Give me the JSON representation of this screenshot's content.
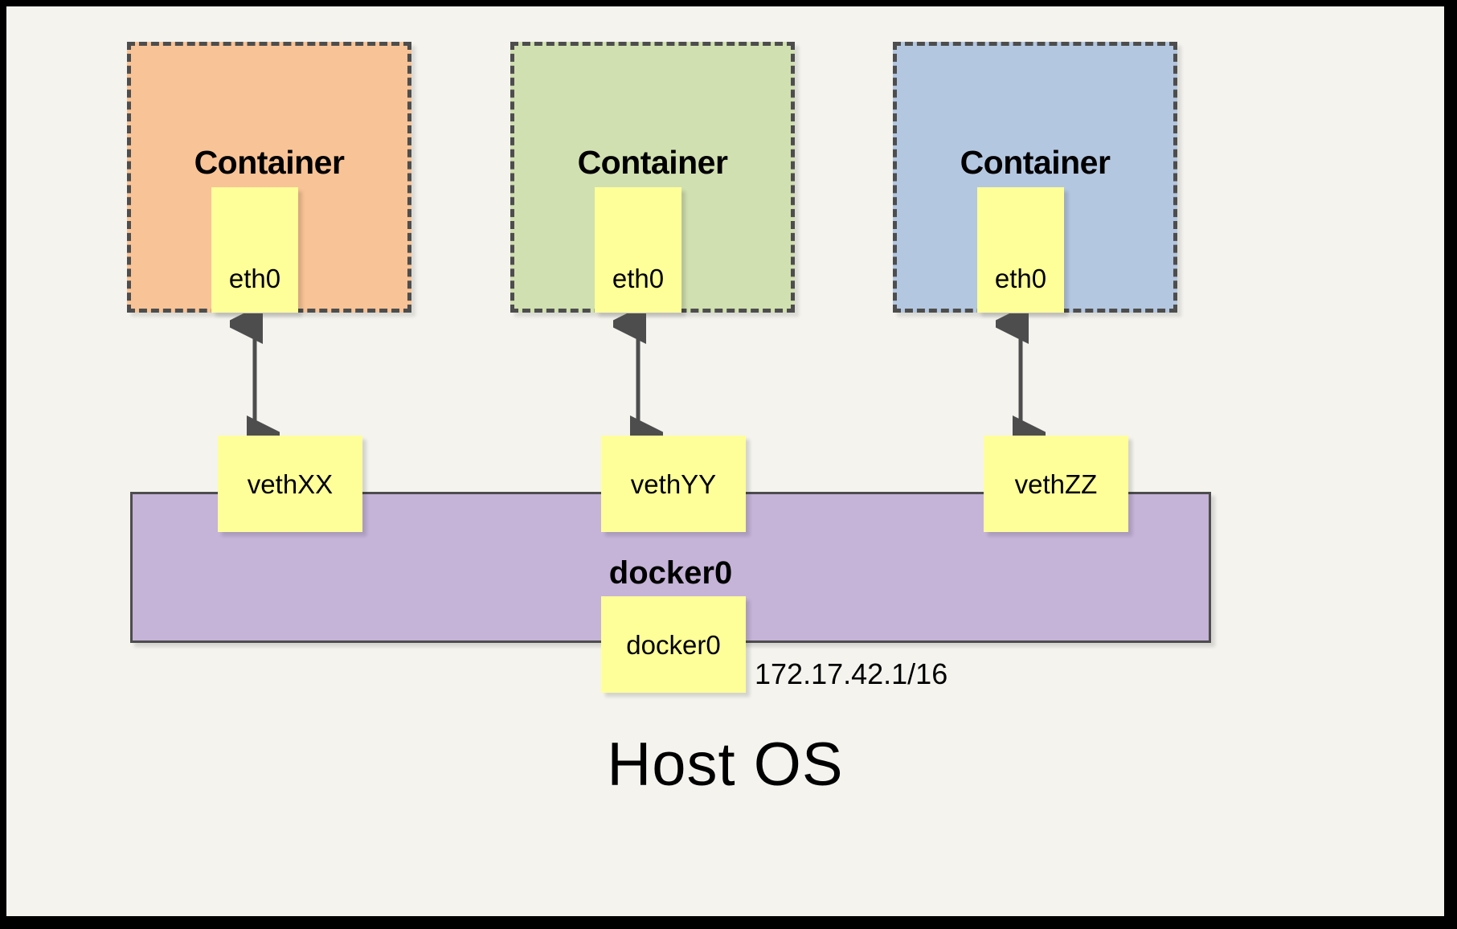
{
  "diagram": {
    "title_visible_text": "Host OS",
    "background_color": "#f4f3ee",
    "frame_color": "#000000"
  },
  "containers": [
    {
      "label": "Container",
      "fill_color": "#f8c396",
      "border_color": "#4d4d4d",
      "interface": {
        "label": "eth0"
      }
    },
    {
      "label": "Container",
      "fill_color": "#d1e0b0",
      "border_color": "#4d4d4d",
      "interface": {
        "label": "eth0"
      }
    },
    {
      "label": "Container",
      "fill_color": "#b4c7e0",
      "border_color": "#4d4d4d",
      "interface": {
        "label": "eth0"
      }
    }
  ],
  "veths": [
    {
      "label": "vethXX"
    },
    {
      "label": "vethYY"
    },
    {
      "label": "vethZZ"
    }
  ],
  "bridge": {
    "label": "docker0",
    "interface_label": "docker0",
    "ip_address": "172.17.42.1/16",
    "fill_color": "#c5b3d8",
    "border_color": "#4d4d4d"
  },
  "host": {
    "label": "Host OS"
  },
  "arrows": {
    "style": "double-headed-vertical",
    "color": "#4d4d4d",
    "count": 3
  }
}
